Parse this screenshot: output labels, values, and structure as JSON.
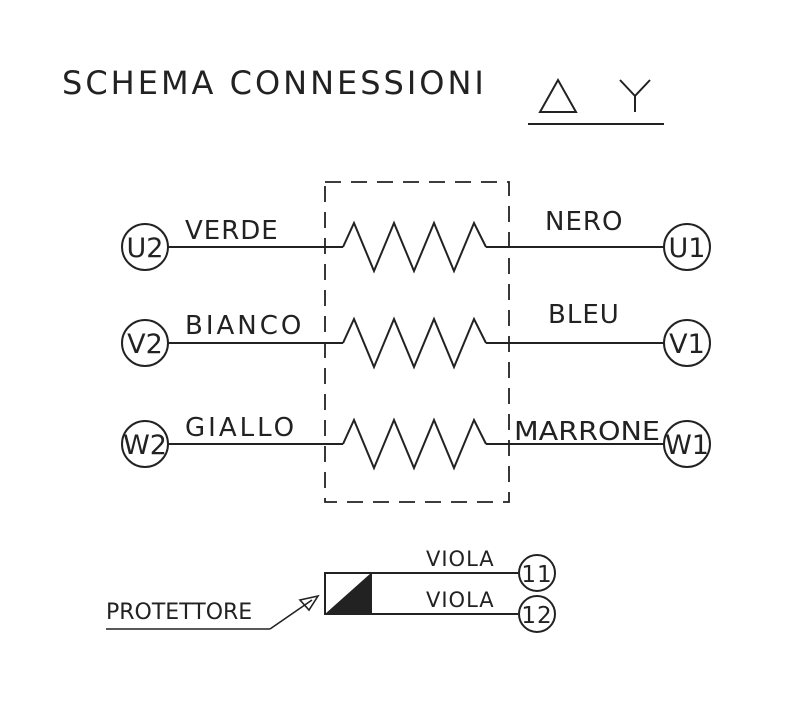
{
  "title": "SCHEMA CONNESSIONI",
  "symbols": {
    "delta": "Δ",
    "star": "Y"
  },
  "windings": [
    {
      "left_terminal": "U2",
      "left_color": "VERDE",
      "right_color": "NERO",
      "right_terminal": "U1"
    },
    {
      "left_terminal": "V2",
      "left_color": "BIANCO",
      "right_color": "BLEU",
      "right_terminal": "V1"
    },
    {
      "left_terminal": "W2",
      "left_color": "GIALLO",
      "right_color": "MARRONE",
      "right_terminal": "W1"
    }
  ],
  "protector": {
    "label": "PROTETTORE",
    "wires": [
      {
        "color": "VIOLA",
        "terminal": "11"
      },
      {
        "color": "VIOLA",
        "terminal": "12"
      }
    ]
  },
  "colors": {
    "ink": "#222222",
    "background": "#ffffff"
  }
}
